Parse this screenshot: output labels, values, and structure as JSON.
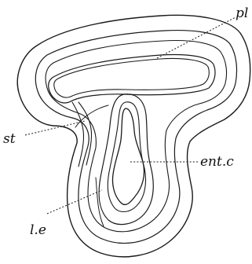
{
  "labels": {
    "pl": "pl",
    "st": "st",
    "ent_c": "ent.c",
    "l_e": "l.e"
  }
}
